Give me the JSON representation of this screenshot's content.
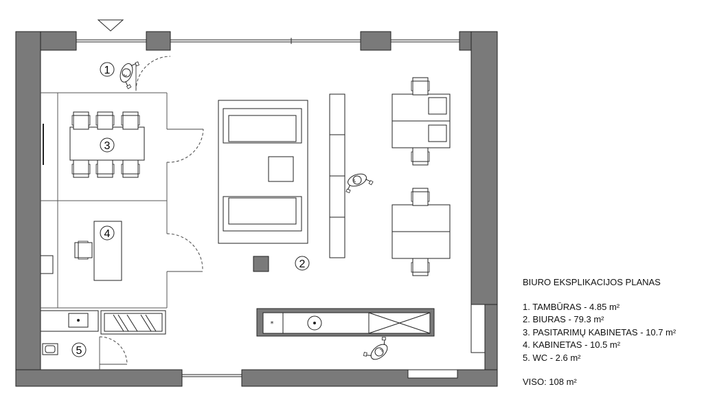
{
  "legend": {
    "title": "BIURO EKSPLIKACIJOS PLANAS",
    "rooms": [
      "1. TAMBŪRAS - 4.85 m²",
      "2. BIURAS - 79.3 m²",
      "3. PASITARIMŲ KABINETAS - 10.7 m²",
      "4. KABINETAS - 10.5 m²",
      "5. WC - 2.6 m²"
    ],
    "total": "VISO: 108 m²"
  },
  "room_numbers": [
    "1",
    "2",
    "3",
    "4",
    "5"
  ],
  "colors": {
    "wall": "#7a7a7a",
    "line": "#222222",
    "background": "#ffffff"
  }
}
